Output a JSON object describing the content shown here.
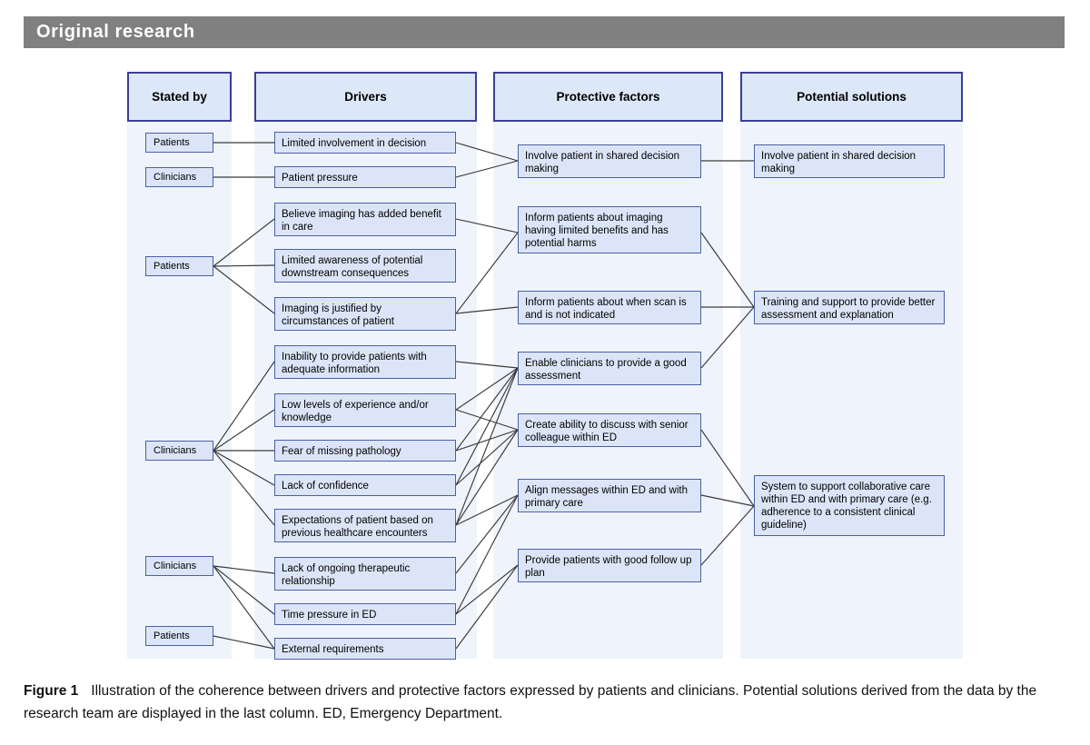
{
  "running_head": {
    "label": "Original research"
  },
  "figure": {
    "columns": [
      {
        "id": "stated-by",
        "label": "Stated by"
      },
      {
        "id": "drivers",
        "label": "Drivers"
      },
      {
        "id": "protective-factors",
        "label": "Protective factors"
      },
      {
        "id": "potential-solutions",
        "label": "Potential solutions"
      }
    ],
    "stated_by": [
      {
        "id": "sb1",
        "label": "Patients"
      },
      {
        "id": "sb2",
        "label": "Clinicians"
      },
      {
        "id": "sb3",
        "label": "Patients"
      },
      {
        "id": "sb4",
        "label": "Clinicians"
      },
      {
        "id": "sb5",
        "label": "Clinicians"
      },
      {
        "id": "sb6",
        "label": "Patients"
      }
    ],
    "drivers": [
      {
        "id": "d1",
        "label": "Limited involvement in decision"
      },
      {
        "id": "d2",
        "label": "Patient pressure"
      },
      {
        "id": "d3",
        "label": "Believe imaging has added benefit in care"
      },
      {
        "id": "d4",
        "label": "Limited awareness of potential downstream consequences"
      },
      {
        "id": "d5",
        "label": "Imaging is justified by circumstances of patient"
      },
      {
        "id": "d6",
        "label": "Inability to provide patients with adequate information"
      },
      {
        "id": "d7",
        "label": "Low levels of experience and/or knowledge"
      },
      {
        "id": "d8",
        "label": "Fear of missing pathology"
      },
      {
        "id": "d9",
        "label": "Lack of confidence"
      },
      {
        "id": "d10",
        "label": "Expectations of patient based on previous healthcare encounters"
      },
      {
        "id": "d11",
        "label": "Lack of ongoing therapeutic relationship"
      },
      {
        "id": "d12",
        "label": "Time pressure in ED"
      },
      {
        "id": "d13",
        "label": "External requirements"
      }
    ],
    "protective_factors": [
      {
        "id": "p1",
        "label": "Involve patient in shared decision making"
      },
      {
        "id": "p2",
        "label": "Inform patients about imaging having limited benefits and has potential harms"
      },
      {
        "id": "p3",
        "label": "Inform patients about when scan is and is not indicated"
      },
      {
        "id": "p4",
        "label": "Enable clinicians to provide a good assessment"
      },
      {
        "id": "p5",
        "label": "Create ability to discuss with senior colleague within ED"
      },
      {
        "id": "p6",
        "label": "Align messages within ED and with primary care"
      },
      {
        "id": "p7",
        "label": "Provide patients with good follow up plan"
      }
    ],
    "potential_solutions": [
      {
        "id": "s1",
        "label": "Involve patient in shared decision making"
      },
      {
        "id": "s2",
        "label": "Training and support to provide better assessment and explanation"
      },
      {
        "id": "s3",
        "label": "System to support collaborative care within ED and with primary care (e.g. adherence to a consistent clinical guideline)"
      }
    ],
    "colors": {
      "node_fill": "#dbe5f7",
      "node_border": "#4a5fa8",
      "header_border": "#3b3f95",
      "band": "#eff4fc",
      "runhead": "#808080",
      "connector": "#3a3a3a"
    }
  },
  "caption": {
    "label": "Figure 1",
    "text": "Illustration of the coherence between drivers and protective factors expressed by patients and clinicians. Potential solutions derived from the data by the research team are displayed in the last column. ED, Emergency Department."
  }
}
